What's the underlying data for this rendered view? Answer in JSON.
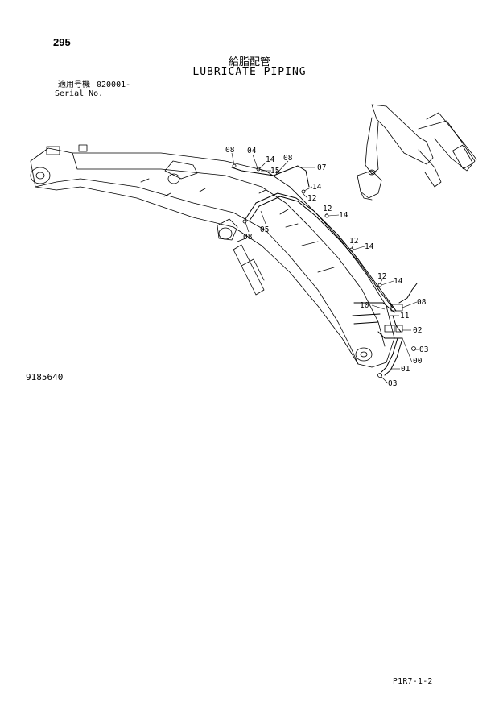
{
  "page_number": "295",
  "title_jp": "給脂配管",
  "title_en": "LUBRICATE PIPING",
  "serial": {
    "label_jp": "適用号機",
    "value": "020001-",
    "label_en": "Serial No."
  },
  "drawing_number": "9185640",
  "reference_code": "P1R7-1-2",
  "callouts": {
    "c1": "08",
    "c2": "04",
    "c3": "14",
    "c4": "08",
    "c5": "15",
    "c6": "07",
    "c7": "14",
    "c8": "12",
    "c9": "12",
    "c10": "14",
    "c11": "08",
    "c12": "05",
    "c13": "12",
    "c14": "14",
    "c15": "12",
    "c16": "14",
    "c17": "08",
    "c18": "10",
    "c19": "11",
    "c20": "02",
    "c21": "03",
    "c22": "00",
    "c23": "01",
    "c24": "03"
  }
}
